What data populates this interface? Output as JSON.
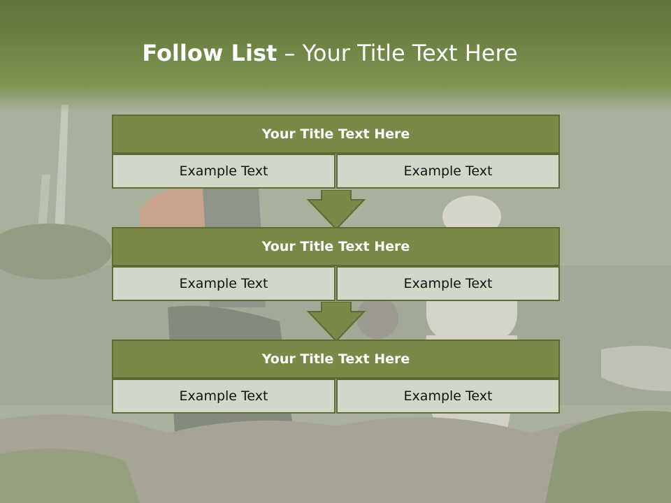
{
  "slide": {
    "title_bold": "Follow List",
    "title_rest": " – Your Title Text Here"
  },
  "steps": [
    {
      "title": "Your Title Text Here",
      "left": "Example Text",
      "right": "Example Text"
    },
    {
      "title": "Your Title Text Here",
      "left": "Example Text",
      "right": "Example Text"
    },
    {
      "title": "Your Title Text Here",
      "left": "Example Text",
      "right": "Example Text"
    }
  ],
  "colors": {
    "accent": "#798a48",
    "accent_dark": "#5b6b33",
    "cell_fill": "#d2d8c8",
    "header_green": "#6f8646"
  }
}
